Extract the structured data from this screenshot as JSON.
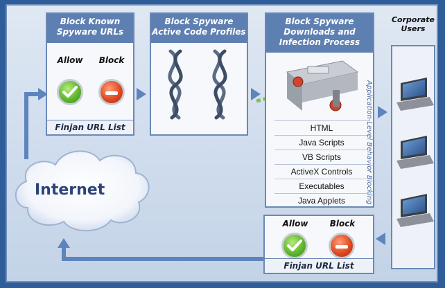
{
  "panel1": {
    "title_l1": "Block Known",
    "title_l2": "Spyware URLs",
    "allow": "Allow",
    "block": "Block",
    "footer": "Finjan URL List"
  },
  "panel2": {
    "title_l1": "Block Spyware",
    "title_l2": "Active Code Profiles"
  },
  "panel3": {
    "title_l1": "Block Spyware",
    "title_l2": "Downloads and",
    "title_l3": "Infection Process",
    "side_label": "Application-Level Behavior Blocking",
    "list": [
      "HTML",
      "Java Scripts",
      "VB Scripts",
      "ActiveX Controls",
      "Executables",
      "Java Applets"
    ]
  },
  "panel4": {
    "allow": "Allow",
    "block": "Block",
    "footer": "Finjan URL List"
  },
  "users": {
    "l1": "Corporate",
    "l2": "Users"
  },
  "internet": "Internet",
  "colors": {
    "frame": "#2f5d99",
    "header": "#5e7fb1",
    "arrow": "#5e84bd",
    "allow": "#5fb82d",
    "block": "#e04a22"
  }
}
